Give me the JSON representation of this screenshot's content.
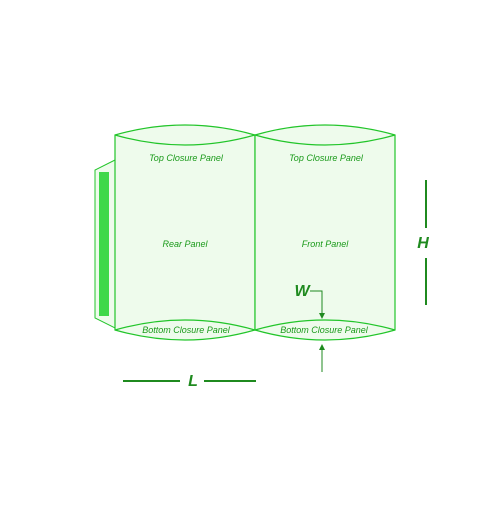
{
  "diagram": {
    "panels": {
      "rear_top": "Top Closure Panel",
      "front_top": "Top Closure Panel",
      "rear": "Rear Panel",
      "front": "Front Panel",
      "rear_bottom": "Bottom Closure Panel",
      "front_bottom": "Bottom Closure Panel"
    },
    "dimensions": {
      "length": "L",
      "height": "H",
      "width": "W"
    },
    "colors": {
      "line": "#22c52a",
      "fill": "#eefbec",
      "glue_strip": "#3fd84a",
      "dimension_line": "#1f8a1f",
      "label": "#1a9a1a"
    }
  }
}
